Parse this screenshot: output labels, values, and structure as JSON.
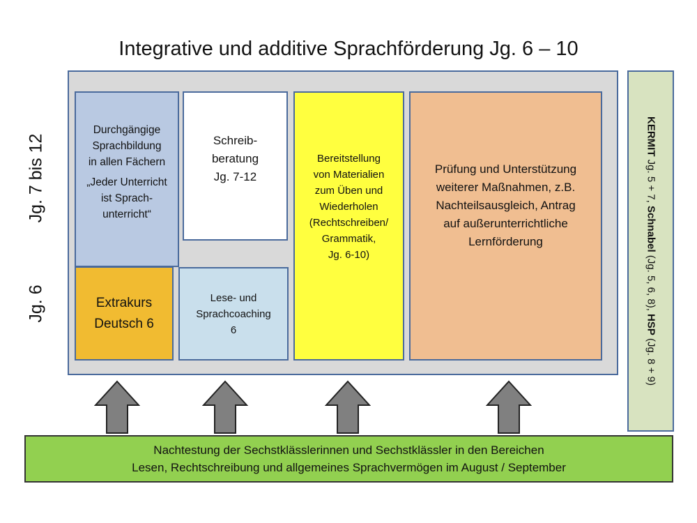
{
  "title": "Integrative und additive Sprachförderung Jg. 6 – 10",
  "side_labels": {
    "upper": "Jg. 7 bis  12",
    "lower": "Jg. 6"
  },
  "boxes": {
    "sprachbildung": {
      "line1": "Durchgängige",
      "line2": "Sprachbildung",
      "line3": "in allen Fächern",
      "quote1": "„Jeder Unterricht",
      "quote2": "ist Sprach-",
      "quote3": "unterricht“",
      "color": "#b9c9e2"
    },
    "extrakurs": {
      "line1": "Extrakurs",
      "line2": "Deutsch 6",
      "color": "#f1bb31"
    },
    "schreibberatung": {
      "line1": "Schreib-",
      "line2": "beratung",
      "line3": "Jg. 7-12",
      "color": "#ffffff"
    },
    "lesecoaching": {
      "line1": "Lese- und",
      "line2": "Sprachcoaching",
      "line3": "6",
      "color": "#c9dfec"
    },
    "materialien": {
      "line1": "Bereitstellung",
      "line2": "von Materialien",
      "line3": "zum Üben und",
      "line4": "Wiederholen",
      "line5": "(Rechtschreiben/",
      "line6": "Grammatik,",
      "line7": "Jg. 6-10)",
      "color": "#ffff3f"
    },
    "pruefung": {
      "line1": "Prüfung und Unterstützung",
      "line2": "weiterer Maßnahmen, z.B.",
      "line3": "Nachteilsausgleich, Antrag",
      "line4": "auf außerunterrichtliche",
      "line5": "Lernförderung",
      "color": "#f0be91"
    }
  },
  "tests_box": {
    "kermit": "KERMIT",
    "kermit_detail": " Jg. 5 + 7, ",
    "schnabel": "Schnabel",
    "schnabel_detail": " (Jg. 5, 6, 8), ",
    "hsp": "HSP",
    "hsp_detail": " (Jg. 8 + 9)",
    "color": "#d8e3c0"
  },
  "bottom_bar": {
    "line1": "Nachtestung der Sechstklässlerinnen und Sechstklässler in den Bereichen",
    "line2": "Lesen, Rechtschreibung und allgemeines Sprachvermögen im August / September",
    "color": "#92d050"
  },
  "arrow_color": "#808080"
}
